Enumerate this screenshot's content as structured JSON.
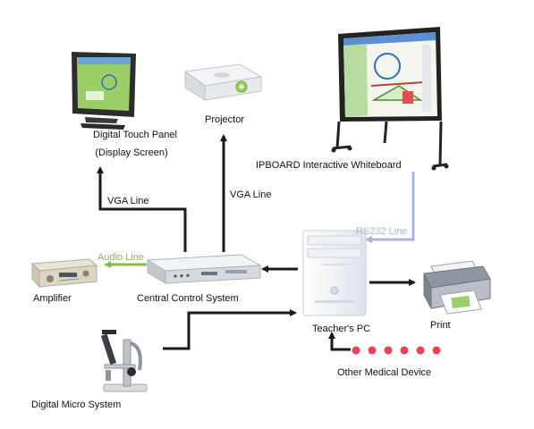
{
  "labels": {
    "touch_panel_line1": "Digital Touch Panel",
    "touch_panel_line2": "(Display Screen)",
    "projector": "Projector",
    "whiteboard": "IPBOARD Interactive Whiteboard",
    "vga_line_left": "VGA Line",
    "vga_line_right": "VGA Line",
    "rs232_line": "RS232 Line",
    "audio_line": "Audio Line",
    "amplifier": "Amplifier",
    "central_control": "Central Control System",
    "teachers_pc": "Teacher's PC",
    "print": "Print",
    "other_medical": "Other Medical Device",
    "digital_micro": "Digital Micro System"
  },
  "colors": {
    "background": "#ffffff",
    "connector_dark": "#1a1a1a",
    "audio_line": "#7cc24a",
    "rs232_line": "#a9b4e6",
    "medical_dots": "#e8434f",
    "screen_green": "#9ccf6a",
    "whiteboard_frame": "#222222"
  },
  "icons": {
    "touch_panel": "monitor-icon",
    "projector": "projector-icon",
    "whiteboard": "interactive-whiteboard-icon",
    "amplifier": "amplifier-icon",
    "central_control": "control-box-icon",
    "teachers_pc": "pc-tower-icon",
    "printer": "printer-icon",
    "microscope": "microscope-icon",
    "medical_devices": "device-dots-icon"
  }
}
